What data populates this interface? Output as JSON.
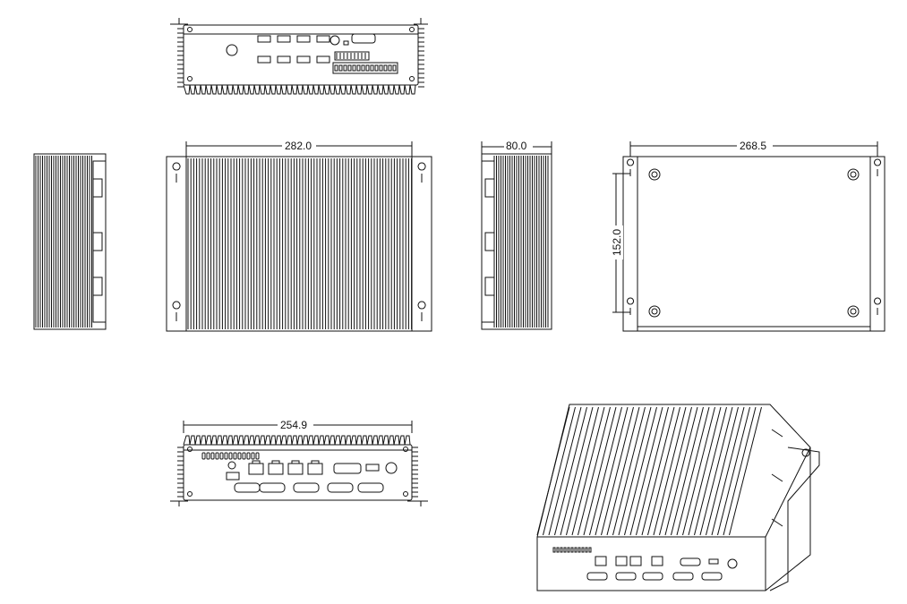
{
  "dimensions": {
    "depth_top": "282.0",
    "height_side": "80.0",
    "width_bottom": "268.5",
    "mount_spacing": "152.0",
    "width_front": "254.9"
  },
  "colors": {
    "line": "#111111",
    "background": "#ffffff"
  }
}
